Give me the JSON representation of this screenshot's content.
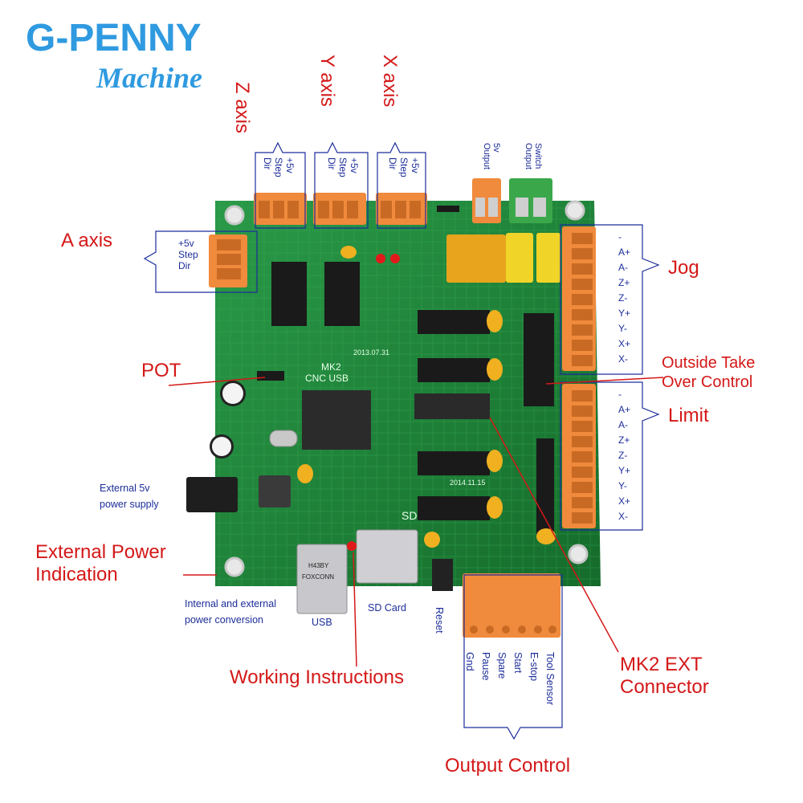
{
  "brand": {
    "name": "G-PENNY",
    "sub": "Machine"
  },
  "axes": {
    "z": "Z axis",
    "y": "Y axis",
    "x": "X axis",
    "a": "A axis"
  },
  "axis_pins": [
    "+5v",
    "Step",
    "Dir"
  ],
  "top_right": {
    "out5v": [
      "5v",
      "Output"
    ],
    "switch": [
      "Switch",
      "Output"
    ]
  },
  "jog": {
    "title": "Jog",
    "pins": [
      "-",
      "A+",
      "A-",
      "Z+",
      "Z-",
      "Y+",
      "Y-",
      "X+",
      "X-"
    ]
  },
  "limit": {
    "title": "Limit",
    "pins": [
      "-",
      "A+",
      "A-",
      "Z+",
      "Z-",
      "Y+",
      "Y-",
      "X+",
      "X-"
    ]
  },
  "outside": [
    "Outside Take",
    "Over Control"
  ],
  "pot": "POT",
  "ext5v": [
    "External 5v",
    "power supply"
  ],
  "ext_power": [
    "External Power",
    "Indication"
  ],
  "conversion": [
    "Internal and external",
    "power conversion"
  ],
  "usb": "USB",
  "sdcard": "SD Card",
  "reset": "Reset",
  "working": "Working Instructions",
  "mk2ext": [
    "MK2 EXT",
    "Connector"
  ],
  "output_pins": [
    "Gnd",
    "Pause",
    "Spare",
    "Start",
    "E-stop",
    "Tool Sensor"
  ],
  "output_control": "Output Control",
  "board": {
    "silk1": "MK2",
    "silk2": "CNC USB",
    "date1": "2013.07.31",
    "date2": "2014.11.15",
    "sd": "SD",
    "usb_chip": "H43BY",
    "usb_brand": "FOXCONN"
  },
  "colors": {
    "board": "#1f8a3a",
    "terminal": "#f08a3c",
    "label_red": "#d41818",
    "label_blue": "#1c2d9a",
    "brand": "#2f9ae0"
  }
}
